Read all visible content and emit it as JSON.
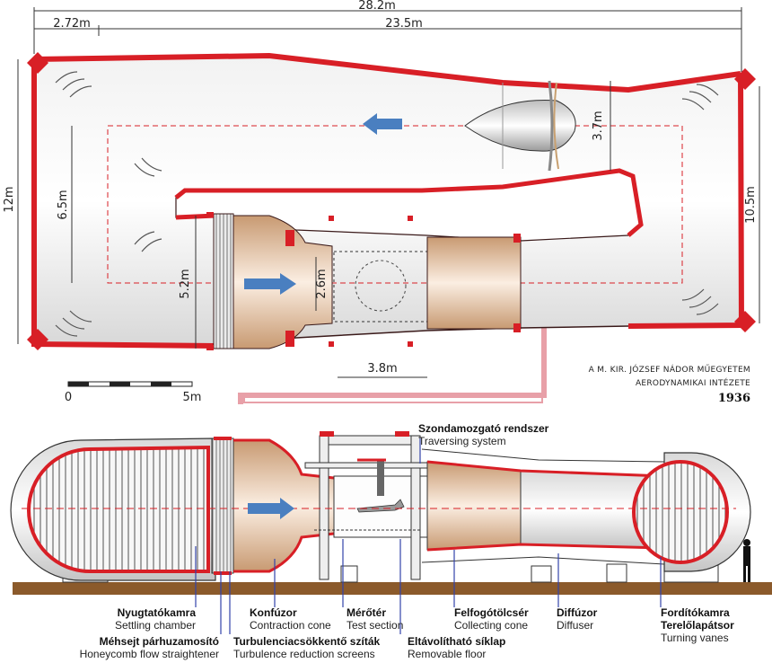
{
  "dimensions": {
    "total_length": "28.2m",
    "settling_length": "2.72m",
    "main_length": "23.5m",
    "height_left": "12m",
    "inner_height": "6.5m",
    "contraction_height": "5.2m",
    "test_height": "2.6m",
    "test_length": "3.8m",
    "fan_diameter": "3.7m",
    "height_right": "10.5m"
  },
  "scale_bar": {
    "start": "0",
    "end": "5m"
  },
  "institution": {
    "line1": "A M. KIR. JÓZSEF NÁDOR MŰEGYETEM",
    "line2": "AERODYNAMIKAI INTÉZETE",
    "year": "1936"
  },
  "traversing": {
    "hu": "Szondamozgató rendszer",
    "en": "Traversing system"
  },
  "labels": [
    {
      "hu": "Nyugtatókamra",
      "en": "Settling chamber"
    },
    {
      "hu": "Konfúzor",
      "en": "Contraction cone"
    },
    {
      "hu": "Mérőtér",
      "en": "Test section"
    },
    {
      "hu": "Felfogótölcsér",
      "en": "Collecting cone"
    },
    {
      "hu": "Diffúzor",
      "en": "Diffuser"
    },
    {
      "hu": "Fordítókamra",
      "en": ""
    },
    {
      "hu": "Terelőlapátsor",
      "en": "Turning vanes"
    },
    {
      "hu": "Méhsejt párhuzamosító",
      "en": "Honeycomb flow straightener"
    },
    {
      "hu": "Turbulenciacsökkentő szíták",
      "en": "Turbulence reduction screens"
    },
    {
      "hu": "Eltávolítható síklap",
      "en": "Removable floor"
    }
  ],
  "colors": {
    "wall": "#d81f26",
    "outline": "#3a1a1a",
    "ground": "#8b5a2b",
    "arrow": "#4a7fc0",
    "frame": "#e8a0a8"
  }
}
